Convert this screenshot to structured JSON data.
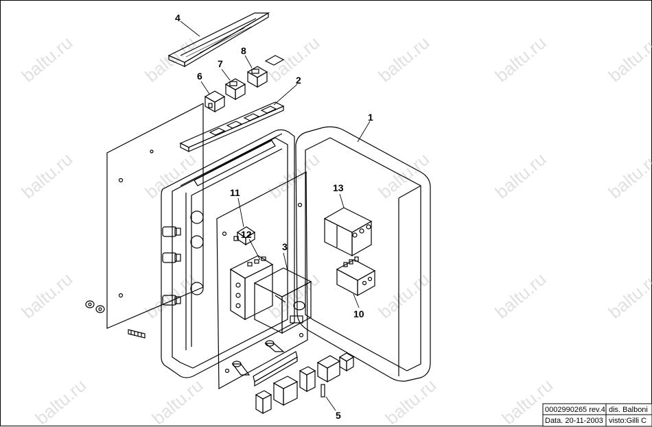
{
  "watermark": "baltu.ru",
  "callouts": [
    "1",
    "2",
    "3",
    "4",
    "5",
    "6",
    "7",
    "8",
    "10",
    "11",
    "12",
    "13"
  ],
  "title_block": {
    "drawing_number": "0002990265 rev.4",
    "drawn_by": "dis. Balboni",
    "date": "Data.  20-11-2003",
    "checked_by": "visto:Gilli C"
  }
}
